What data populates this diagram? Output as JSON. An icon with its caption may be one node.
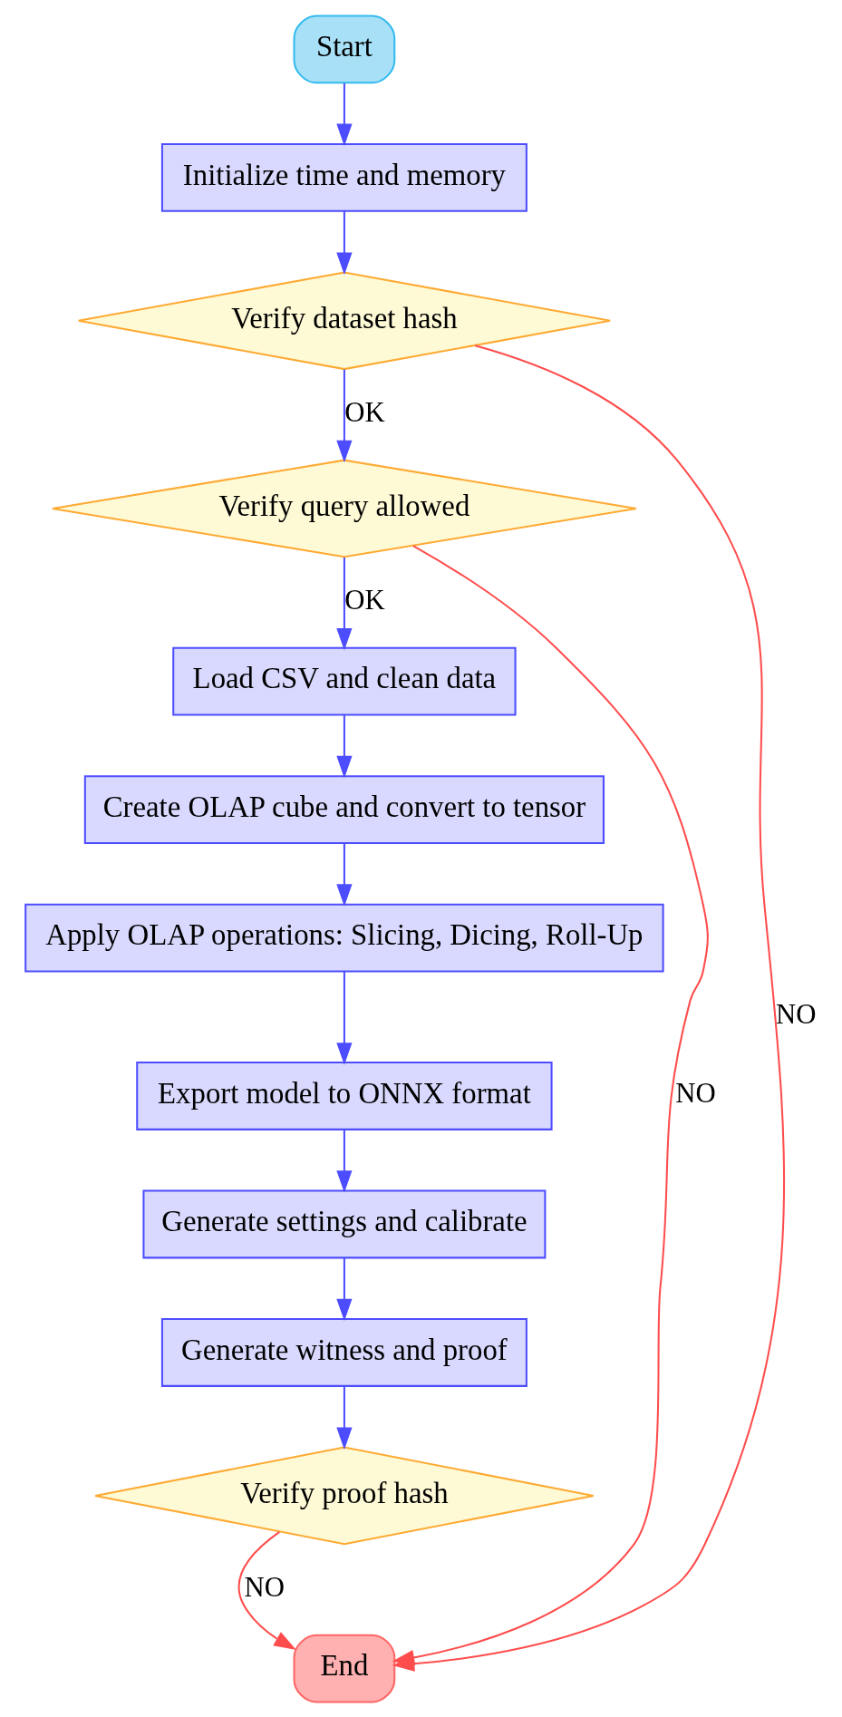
{
  "diagram": {
    "nodes": [
      {
        "text": [
          "Start"
        ]
      },
      {
        "text": [
          "Initialize time and memory"
        ]
      },
      {
        "text": [
          "Verify dataset hash"
        ]
      },
      {
        "text": [
          "Verify query allowed"
        ]
      },
      {
        "text": [
          "Load CSV and clean data"
        ]
      },
      {
        "text": [
          "Create OLAP cube and convert to tensor"
        ]
      },
      {
        "text": [
          "Apply OLAP operations: Slicing, Dicing, Roll-Up"
        ]
      },
      {
        "text": [
          "Export model to ONNX format"
        ]
      },
      {
        "text": [
          "Generate settings and calibrate"
        ]
      },
      {
        "text": [
          "Generate witness and proof"
        ]
      },
      {
        "text": [
          "Verify proof hash"
        ]
      },
      {
        "text": [
          "End"
        ]
      }
    ],
    "edges": [
      {
        "from": 0,
        "to": 1,
        "arrow": "to"
      },
      {
        "from": 1,
        "to": 2,
        "arrow": "to"
      },
      {
        "from": 2,
        "to": 3,
        "arrow": "to",
        "label": "OK"
      },
      {
        "from": 3,
        "to": 4,
        "arrow": "to",
        "label": "OK"
      },
      {
        "from": 4,
        "to": 5,
        "arrow": "to"
      },
      {
        "from": 5,
        "to": 6,
        "arrow": "to"
      },
      {
        "from": 6,
        "to": 7,
        "arrow": "to"
      },
      {
        "from": 7,
        "to": 8,
        "arrow": "to"
      },
      {
        "from": 8,
        "to": 9,
        "arrow": "to"
      },
      {
        "from": 9,
        "to": 10,
        "arrow": "to"
      },
      {
        "from": 2,
        "to": 11,
        "arrow": "to",
        "label": "NO",
        "color": "#ff4d4d"
      },
      {
        "from": 3,
        "to": 11,
        "arrow": "to",
        "label": "NO",
        "color": "#ff4d4d"
      },
      {
        "from": 10,
        "to": 11,
        "arrow": "to",
        "label": "NO",
        "color": "#ff4d4d"
      }
    ]
  }
}
